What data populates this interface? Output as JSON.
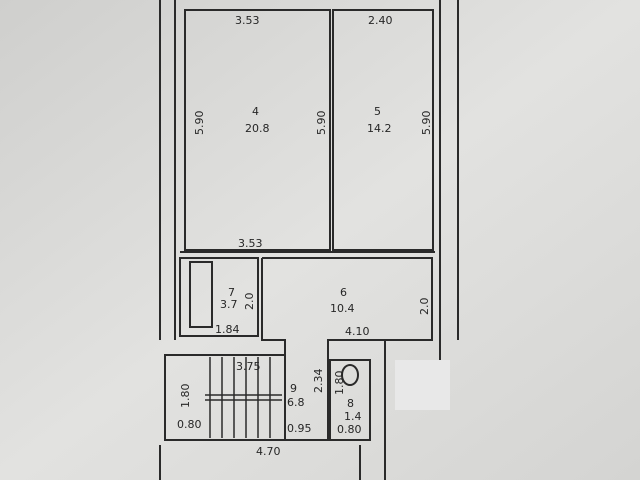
{
  "rooms": [
    {
      "number": "4",
      "area": "20.8"
    },
    {
      "number": "5",
      "area": "14.2"
    },
    {
      "number": "6",
      "area": "10.4"
    },
    {
      "number": "7",
      "area": "3.7"
    },
    {
      "number": "8",
      "area": "1.4"
    },
    {
      "number": "9",
      "area": "6.8"
    }
  ],
  "dimensions": {
    "top_left": "3.53",
    "top_right": "2.40",
    "room4_left": "5.90",
    "room4_right": "5.90",
    "room5_right": "5.90",
    "room4_bottom": "3.53",
    "room7_height": "2.0",
    "room7_width": "1.84",
    "room6_height": "2.0",
    "room6_width": "4.10",
    "stair_width": "3.75",
    "stair_height": "1.80",
    "stair_left": "0.80",
    "corridor_height": "2.34",
    "corridor_width": "0.95",
    "wc_height": "1.80",
    "wc_width": "0.80",
    "bottom_width": "4.70"
  }
}
